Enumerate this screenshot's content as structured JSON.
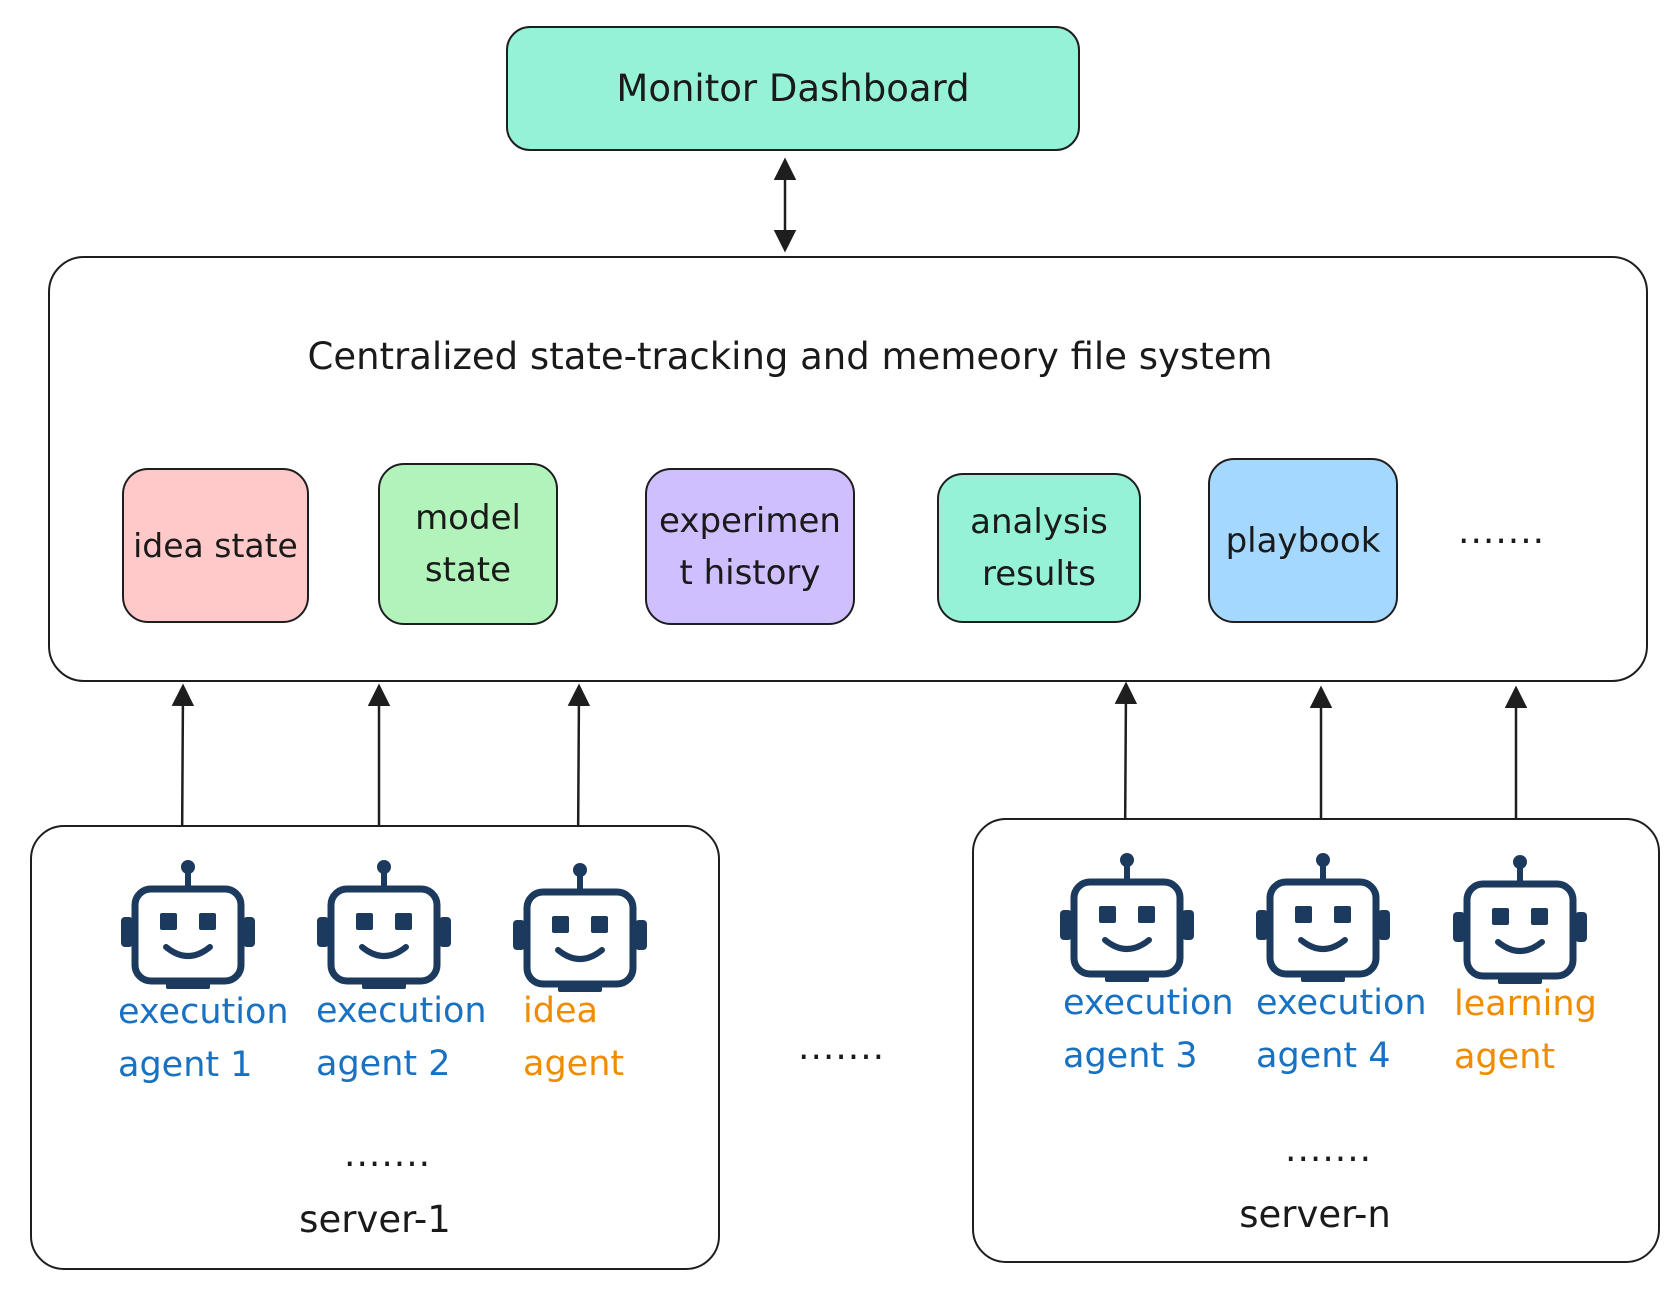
{
  "monitor": {
    "label": "Monitor Dashboard"
  },
  "central": {
    "title": "Centralized state-tracking and memeory file system",
    "items": [
      {
        "line1": "idea state",
        "line2": "",
        "color": "#ffc9c9"
      },
      {
        "line1": "model",
        "line2": "state",
        "color": "#b2f2bb"
      },
      {
        "line1": "experimen",
        "line2": "t history",
        "color": "#d0bfff"
      },
      {
        "line1": "analysis",
        "line2": "results",
        "color": "#96f2d7"
      },
      {
        "line1": "playbook",
        "line2": "",
        "color": "#a5d8ff"
      }
    ],
    "more": "......."
  },
  "between_servers": ".......",
  "server1": {
    "label": "server-1",
    "more": ".......",
    "agents": [
      {
        "line1": "execution",
        "line2": "agent 1",
        "icon": "robot-icon",
        "color": "#1971c2"
      },
      {
        "line1": "execution",
        "line2": "agent 2",
        "icon": "robot-icon",
        "color": "#1971c2"
      },
      {
        "line1": "idea",
        "line2": "agent",
        "icon": "robot-icon",
        "color": "#f08c00"
      }
    ]
  },
  "servern": {
    "label": "server-n",
    "more": ".......",
    "agents": [
      {
        "line1": "execution",
        "line2": "agent 3",
        "icon": "robot-icon",
        "color": "#1971c2"
      },
      {
        "line1": "execution",
        "line2": "agent 4",
        "icon": "robot-icon",
        "color": "#1971c2"
      },
      {
        "line1": "learning",
        "line2": "agent",
        "icon": "robot-icon",
        "color": "#f08c00"
      }
    ]
  },
  "colors": {
    "robot": "#1c3a5e",
    "stroke": "#1e1e1e"
  }
}
